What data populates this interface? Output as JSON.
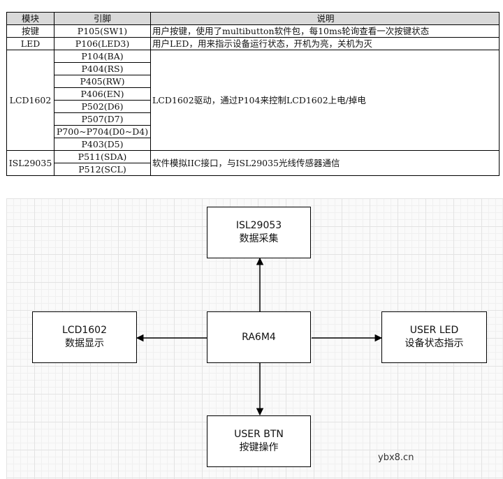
{
  "table": {
    "headers": [
      "模块",
      "引脚",
      "说明"
    ],
    "key": {
      "module": "按键",
      "pin": "P105(SW1)",
      "desc": "用户按键，使用了multibutton软件包，每10ms轮询查看一次按键状态"
    },
    "led": {
      "module": "LED",
      "pin": "P106(LED3)",
      "desc": "用户LED，用来指示设备运行状态，开机为亮，关机为灭"
    },
    "lcd": {
      "module": "LCD1602",
      "pins": [
        "P104(BA)",
        "P404(RS)",
        "P405(RW)",
        "P406(EN)",
        "P502(D6)",
        "P507(D7)",
        "P700~P704(D0~D4)",
        "P403(D5)"
      ],
      "desc": "LCD1602驱动，通过P104来控制LCD1602上电/掉电"
    },
    "isl": {
      "module": "ISL29035",
      "pins": [
        "P511(SDA)",
        "P512(SCL)"
      ],
      "desc": "软件模拟IIC接口，与ISL29035光线传感器通信"
    }
  },
  "diagram": {
    "isl": {
      "line1": "ISL29053",
      "line2": "数据采集"
    },
    "center": {
      "line1": "RA6M4"
    },
    "lcd": {
      "line1": "LCD1602",
      "line2": "数据显示"
    },
    "led": {
      "line1": "USER LED",
      "line2": "设备状态指示"
    },
    "btn": {
      "line1": "USER BTN",
      "line2": "按键操作"
    }
  },
  "watermark": "ybx8.cn"
}
